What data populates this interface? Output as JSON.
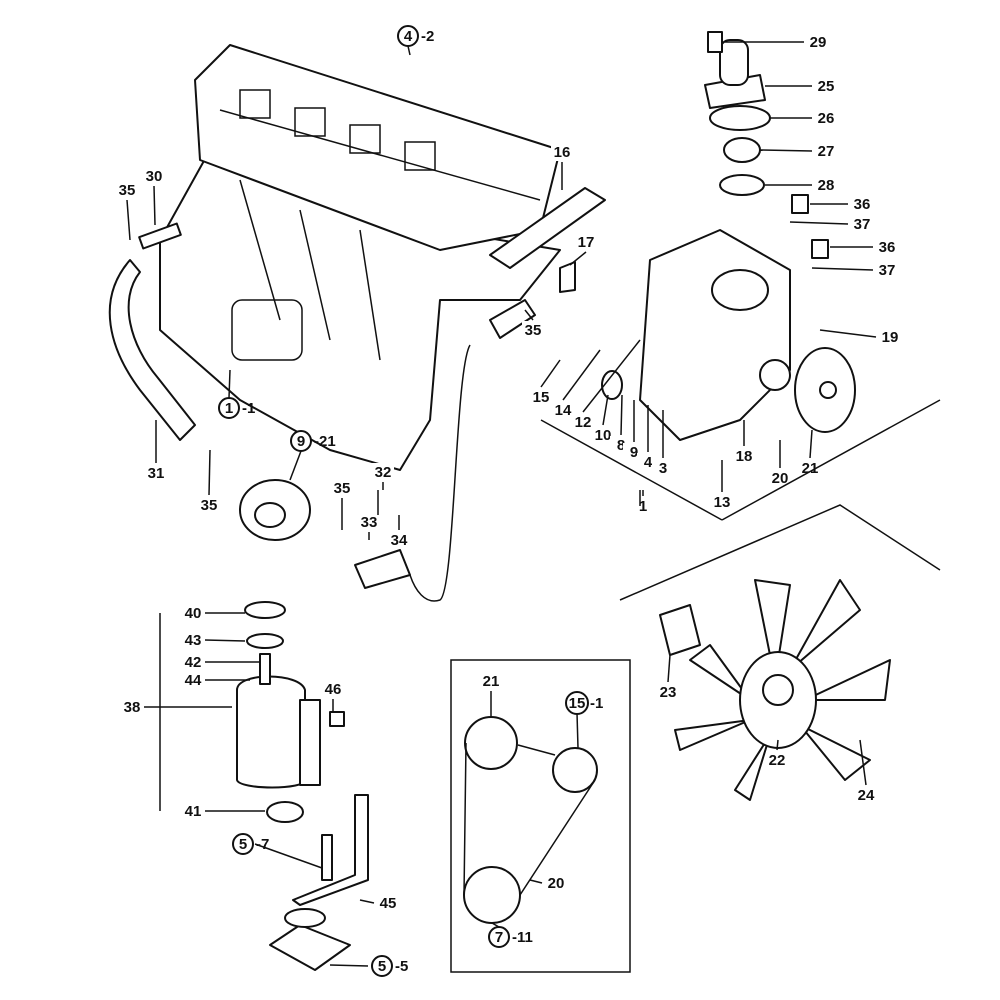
{
  "diagram": {
    "colors": {
      "line": "#111111",
      "background": "#ffffff"
    },
    "callouts": [
      {
        "circle": "4",
        "suffix": "-2"
      },
      {
        "text": "29"
      },
      {
        "text": "25"
      },
      {
        "text": "26"
      },
      {
        "text": "27"
      },
      {
        "text": "28"
      },
      {
        "text": "36"
      },
      {
        "text": "37"
      },
      {
        "text": "36"
      },
      {
        "text": "37"
      },
      {
        "text": "19"
      },
      {
        "text": "16"
      },
      {
        "text": "17"
      },
      {
        "text": "35"
      },
      {
        "text": "30"
      },
      {
        "text": "35"
      },
      {
        "text": "15"
      },
      {
        "text": "14"
      },
      {
        "text": "12"
      },
      {
        "text": "10"
      },
      {
        "text": "8"
      },
      {
        "text": "9"
      },
      {
        "text": "4"
      },
      {
        "text": "3"
      },
      {
        "text": "1"
      },
      {
        "text": "18"
      },
      {
        "text": "13"
      },
      {
        "text": "20"
      },
      {
        "text": "21"
      },
      {
        "circle": "1",
        "suffix": "-1"
      },
      {
        "circle": "9",
        "suffix": "-21"
      },
      {
        "text": "31"
      },
      {
        "text": "35"
      },
      {
        "text": "32"
      },
      {
        "text": "33"
      },
      {
        "text": "34"
      },
      {
        "text": "35"
      },
      {
        "text": "40"
      },
      {
        "text": "43"
      },
      {
        "text": "42"
      },
      {
        "text": "44"
      },
      {
        "text": "38"
      },
      {
        "text": "46"
      },
      {
        "text": "41"
      },
      {
        "circle": "5",
        "suffix": "-7"
      },
      {
        "text": "45"
      },
      {
        "circle": "5",
        "suffix": "-5"
      },
      {
        "text": "23"
      },
      {
        "text": "22"
      },
      {
        "text": "24"
      },
      {
        "text": "21"
      },
      {
        "circle": "15",
        "suffix": "-1"
      },
      {
        "text": "20"
      },
      {
        "circle": "7",
        "suffix": "-11"
      }
    ]
  }
}
